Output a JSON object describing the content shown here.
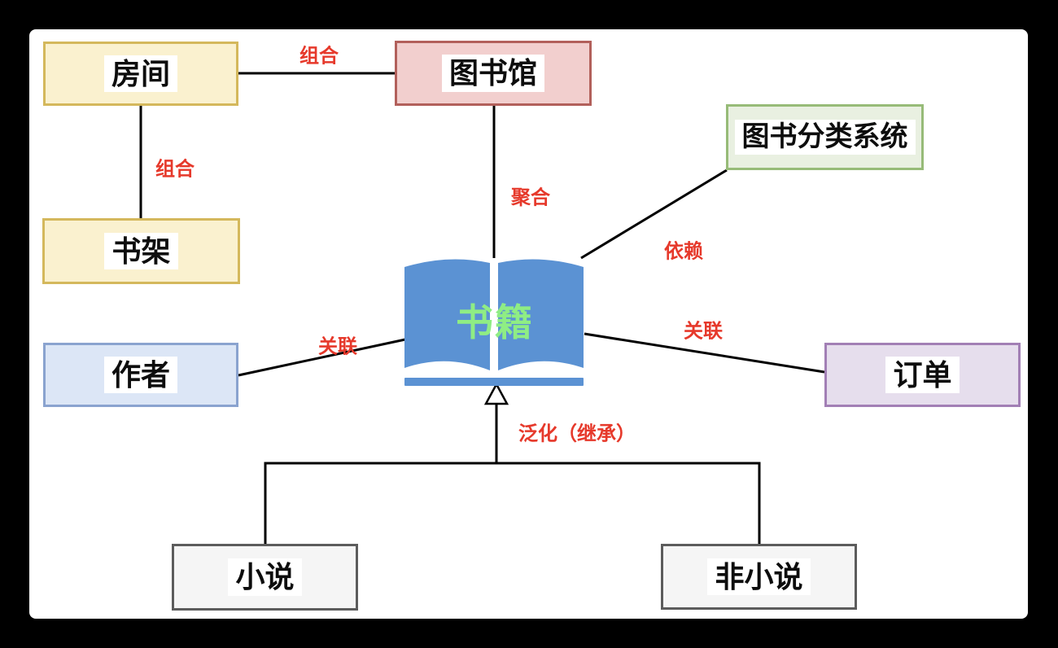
{
  "diagram": {
    "type": "uml-relationship-diagram",
    "language": "zh-CN",
    "background": "#ffffff",
    "frame_color": "#000000"
  },
  "nodes": [
    {
      "id": "room",
      "label": "房间",
      "fill": "#FAF1CF",
      "border": "#D4B85C"
    },
    {
      "id": "library",
      "label": "图书馆",
      "fill": "#F2CFCE",
      "border": "#B2605B"
    },
    {
      "id": "classification-system",
      "label": "图书分类系统",
      "fill": "#E9F0E1",
      "border": "#97BB78"
    },
    {
      "id": "bookshelf",
      "label": "书架",
      "fill": "#FAF1CF",
      "border": "#D4B85C"
    },
    {
      "id": "author",
      "label": "作者",
      "fill": "#DCE6F6",
      "border": "#8AA3CF"
    },
    {
      "id": "order",
      "label": "订单",
      "fill": "#E6DEED",
      "border": "#A27FB5"
    },
    {
      "id": "novel",
      "label": "小说",
      "fill": "#F5F5F5",
      "border": "#5C5C5C"
    },
    {
      "id": "nonfiction",
      "label": "非小说",
      "fill": "#F5F5F5",
      "border": "#5C5C5C"
    }
  ],
  "center": {
    "label": "书籍",
    "icon": "open-book-icon",
    "book_color": "#5B92D3",
    "label_color": "#8FED84"
  },
  "relationships": [
    {
      "label": "组合",
      "between": "房间 — 图书馆"
    },
    {
      "label": "组合",
      "between": "房间 — 书架"
    },
    {
      "label": "聚合",
      "between": "图书馆 — 书籍"
    },
    {
      "label": "依赖",
      "between": "图书分类系统 — 书籍"
    },
    {
      "label": "关联",
      "between": "作者 — 书籍"
    },
    {
      "label": "关联",
      "between": "书籍 — 订单"
    },
    {
      "label": "泛化（继承）",
      "between": "书籍 — 小说 / 非小说"
    }
  ],
  "colors": {
    "relation_label": "#E6392B",
    "connector": "#000000",
    "node_text": "#0d0d0d"
  }
}
